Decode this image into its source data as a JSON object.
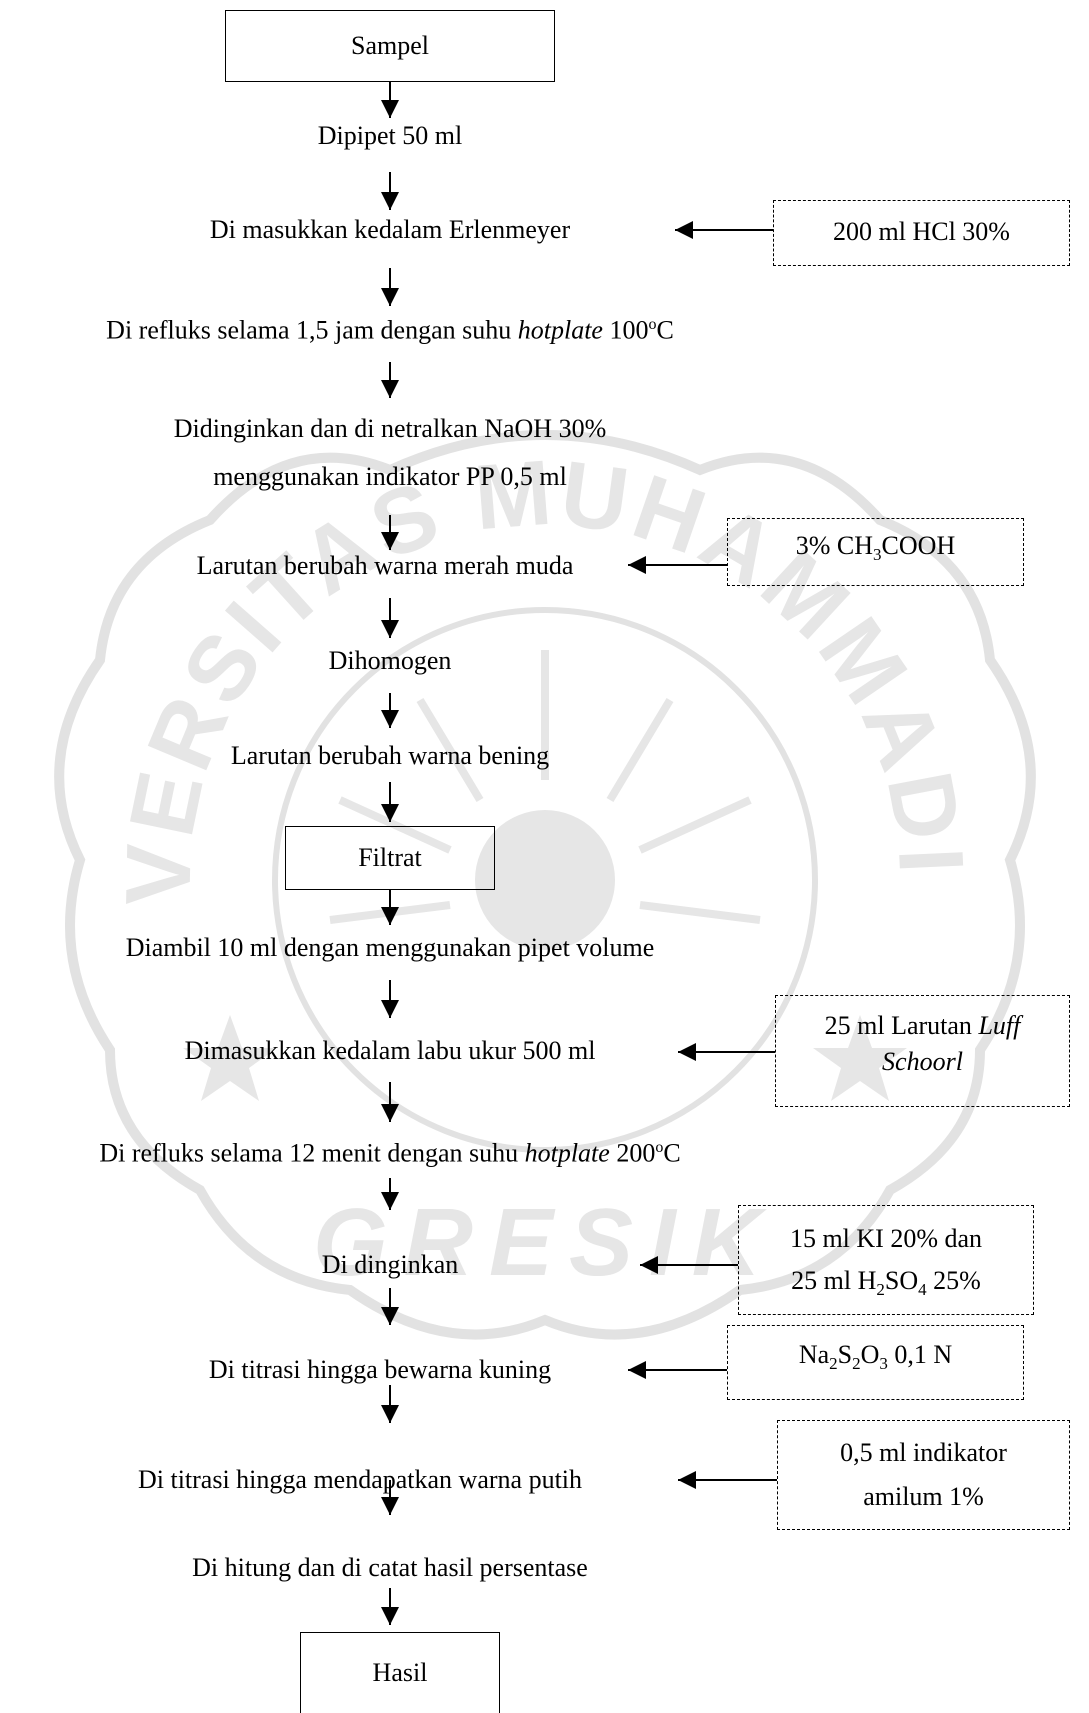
{
  "steps": {
    "sampel": "Sampel",
    "s1": "Dipipet 50 ml",
    "s2": "Di masukkan kedalam Erlenmeyer",
    "s3_a": "Di refluks selama 1,5 jam dengan suhu ",
    "s3_b": "hotplate",
    "s3_c": " 100",
    "s3_d": "o",
    "s3_e": "C",
    "s4_l1": "Didinginkan dan di netralkan NaOH 30%",
    "s4_l2": "menggunakan indikator PP 0,5 ml",
    "s5": "Larutan berubah warna merah muda",
    "s6": "Dihomogen",
    "s7": "Larutan berubah warna bening",
    "filtrat": "Filtrat",
    "s8": "Diambil 10 ml dengan menggunakan pipet volume",
    "s9": "Dimasukkan kedalam labu ukur 500 ml",
    "s10_a": "Di refluks selama 12 menit dengan suhu ",
    "s10_b": "hotplate",
    "s10_c": " 200",
    "s10_d": "o",
    "s10_e": "C",
    "s11": "Di dinginkan",
    "s12": "Di titrasi hingga bewarna kuning",
    "s13": "Di titrasi hingga mendapatkan warna putih",
    "s14": "Di hitung dan di catat hasil persentase",
    "hasil": "Hasil"
  },
  "reagents": {
    "r1": "200 ml HCl 30%",
    "r2_a": "3% CH",
    "r2_b": "3",
    "r2_c": "COOH",
    "r3_a": "25 ml Larutan ",
    "r3_b": "Luff",
    "r3_c": "Schoorl",
    "r4_l1": "15 ml KI 20% dan",
    "r4_l2_a": "25 ml H",
    "r4_l2_b": "2",
    "r4_l2_c": "SO",
    "r4_l2_d": "4",
    "r4_l2_e": " 25%",
    "r5_a": "Na",
    "r5_b": "2",
    "r5_c": "S",
    "r5_d": "2",
    "r5_e": "O",
    "r5_f": "3",
    "r5_g": " 0,1 N",
    "r6_l1": "0,5 ml indikator",
    "r6_l2": "amilum 1%"
  },
  "watermark": {
    "arc_text": "UNIVERSITAS MUHAMMADIYAH",
    "bottom_text": "GRESIK"
  }
}
